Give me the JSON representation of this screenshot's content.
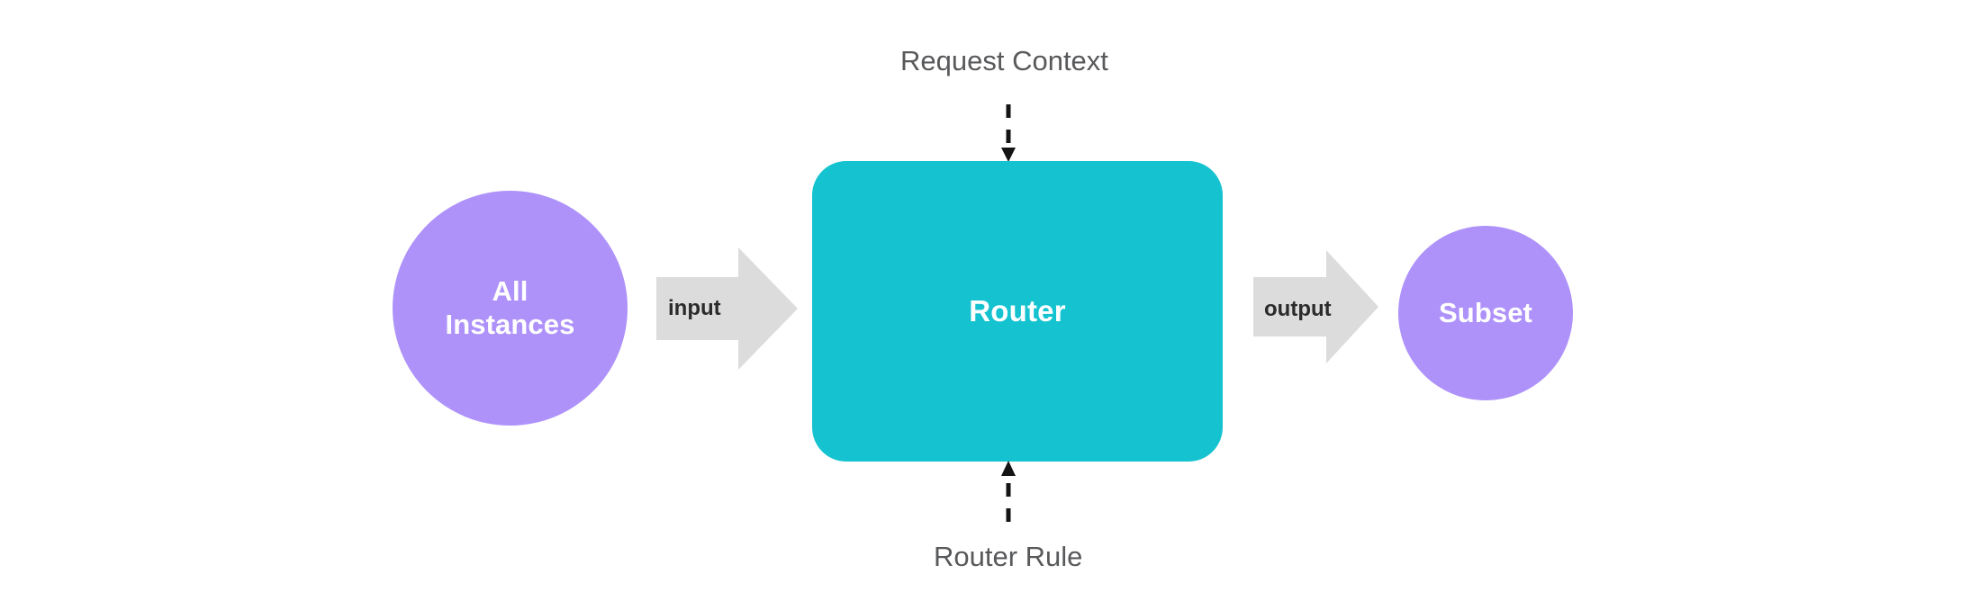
{
  "diagram": {
    "title": "Router routing diagram",
    "background_color": "#ffffff",
    "nodes": {
      "source": {
        "label_line1": "All",
        "label_line2": "Instances",
        "shape": "circle",
        "fill_color": "#ae92fa",
        "text_color": "#ffffff"
      },
      "process": {
        "label": "Router",
        "shape": "rounded-rectangle",
        "fill_color": "#15c3d0",
        "text_color": "#ffffff"
      },
      "result": {
        "label": "Subset",
        "shape": "circle",
        "fill_color": "#ae92fa",
        "text_color": "#ffffff"
      }
    },
    "arrows": {
      "input": {
        "label": "input",
        "fill_color": "#dcdcdc",
        "text_color": "#2b2b2b",
        "direction": "right"
      },
      "output": {
        "label": "output",
        "fill_color": "#dcdcdc",
        "text_color": "#2b2b2b",
        "direction": "right"
      }
    },
    "connectors": {
      "request_context": {
        "label": "Request Context",
        "style": "dashed",
        "direction": "down",
        "stroke_color": "#141414",
        "text_color": "#58595b"
      },
      "router_rule": {
        "label": "Router Rule",
        "style": "dashed",
        "direction": "up",
        "stroke_color": "#141414",
        "text_color": "#58595b"
      }
    }
  }
}
